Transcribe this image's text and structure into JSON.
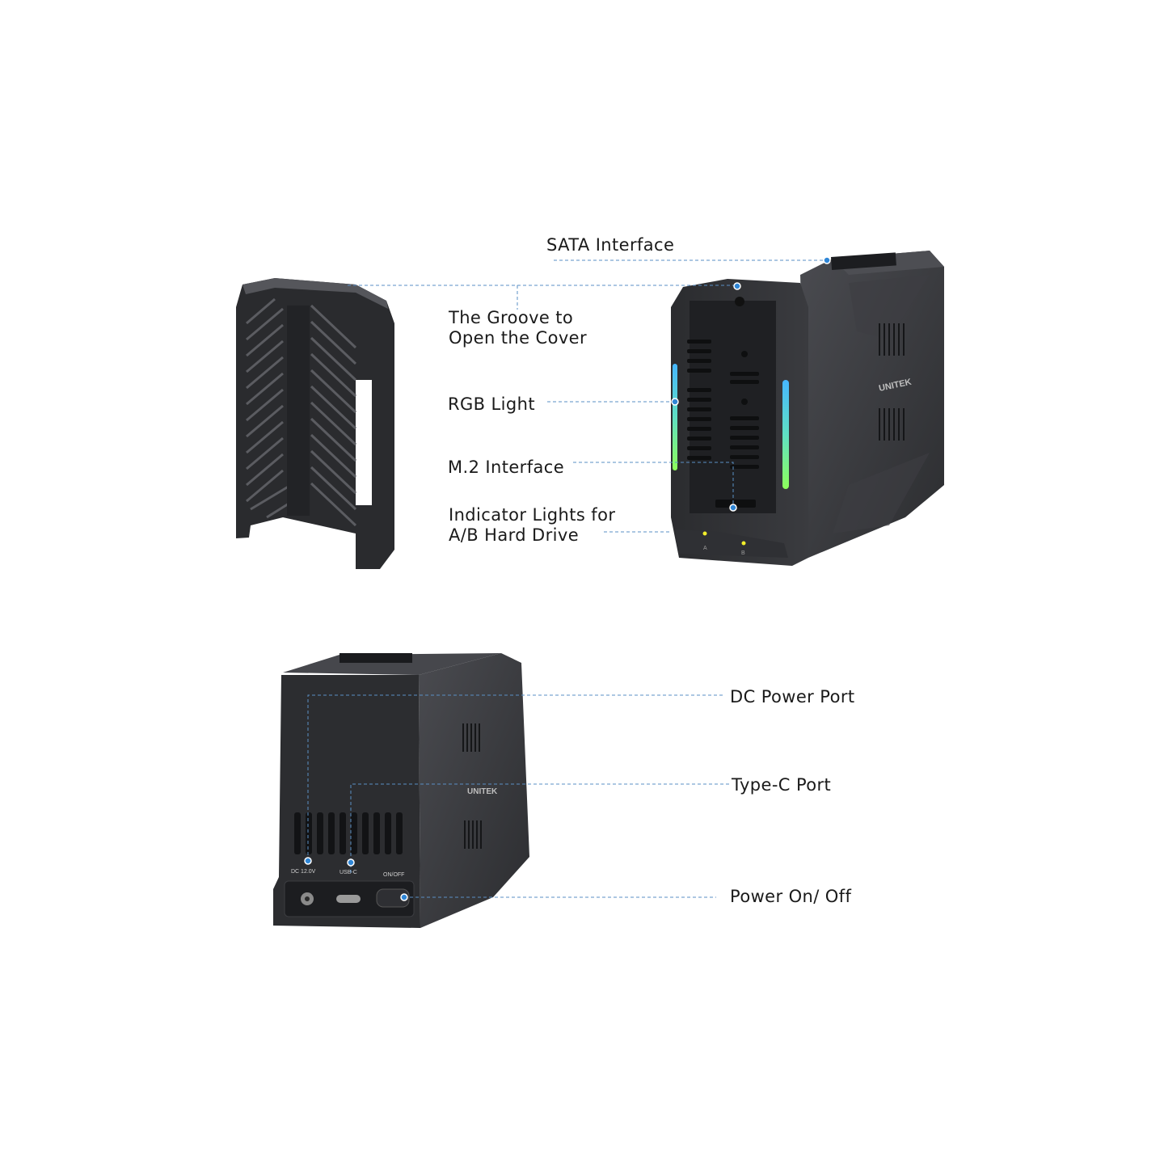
{
  "diagram": {
    "product": "UNITEK dual-bay hard drive docking station",
    "brand_logo": "UNITEK",
    "accent_color": "#2f86d6",
    "leader_line_color": "#5a8fc4",
    "views": [
      {
        "name": "front-cover-detached",
        "callouts": [
          {
            "id": "sata",
            "label": "SATA Interface"
          },
          {
            "id": "groove",
            "label": "The Groove to Open the Cover"
          }
        ]
      },
      {
        "name": "front-open",
        "callouts": [
          {
            "id": "rgb",
            "label": "RGB Light"
          },
          {
            "id": "m2",
            "label": "M.2 Interface"
          },
          {
            "id": "indicator",
            "label": "Indicator Lights for A/B Hard Drive"
          }
        ],
        "indicator_marks": [
          "A",
          "B"
        ]
      },
      {
        "name": "rear-panel",
        "callouts": [
          {
            "id": "dc",
            "label": "DC Power Port"
          },
          {
            "id": "typec",
            "label": "Type-C Port"
          },
          {
            "id": "power",
            "label": "Power On/ Off"
          }
        ],
        "port_labels": [
          "DC 12.0V",
          "USB-C",
          "ON/OFF"
        ]
      }
    ]
  },
  "labels": {
    "sata": "SATA Interface",
    "groove_1": "The Groove to",
    "groove_2": "Open the Cover",
    "rgb": "RGB Light",
    "m2": "M.2 Interface",
    "indicator_1": "Indicator Lights for",
    "indicator_2": "A/B Hard Drive",
    "dc": "DC Power Port",
    "typec": "Type-C Port",
    "power": "Power On/ Off"
  },
  "device_marks": {
    "logo": "UNITEK",
    "bay_a": "A",
    "bay_b": "B",
    "port_dc": "DC 12.0V",
    "port_usbc": "USB-C",
    "port_onoff": "ON/OFF"
  }
}
